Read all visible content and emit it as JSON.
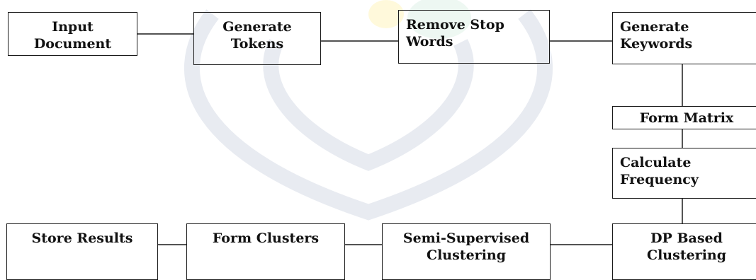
{
  "nodes": {
    "input_document": "Input\nDocument",
    "generate_tokens": "Generate\nTokens",
    "remove_stop_words": "Remove Stop\nWords",
    "generate_keywords": "Generate\nKeywords",
    "form_matrix": "Form Matrix",
    "calculate_frequency": "Calculate\nFrequency",
    "dp_based_clustering": "DP Based\nClustering",
    "semi_supervised_clustering": "Semi-Supervised\nClustering",
    "form_clusters": "Form Clusters",
    "store_results": "Store Results"
  },
  "colors": {
    "stroke": "#1a1a1a",
    "watermark_green": "#d9efe3",
    "watermark_yellow": "#fff3b0",
    "watermark_gray": "#d6dbe6"
  }
}
